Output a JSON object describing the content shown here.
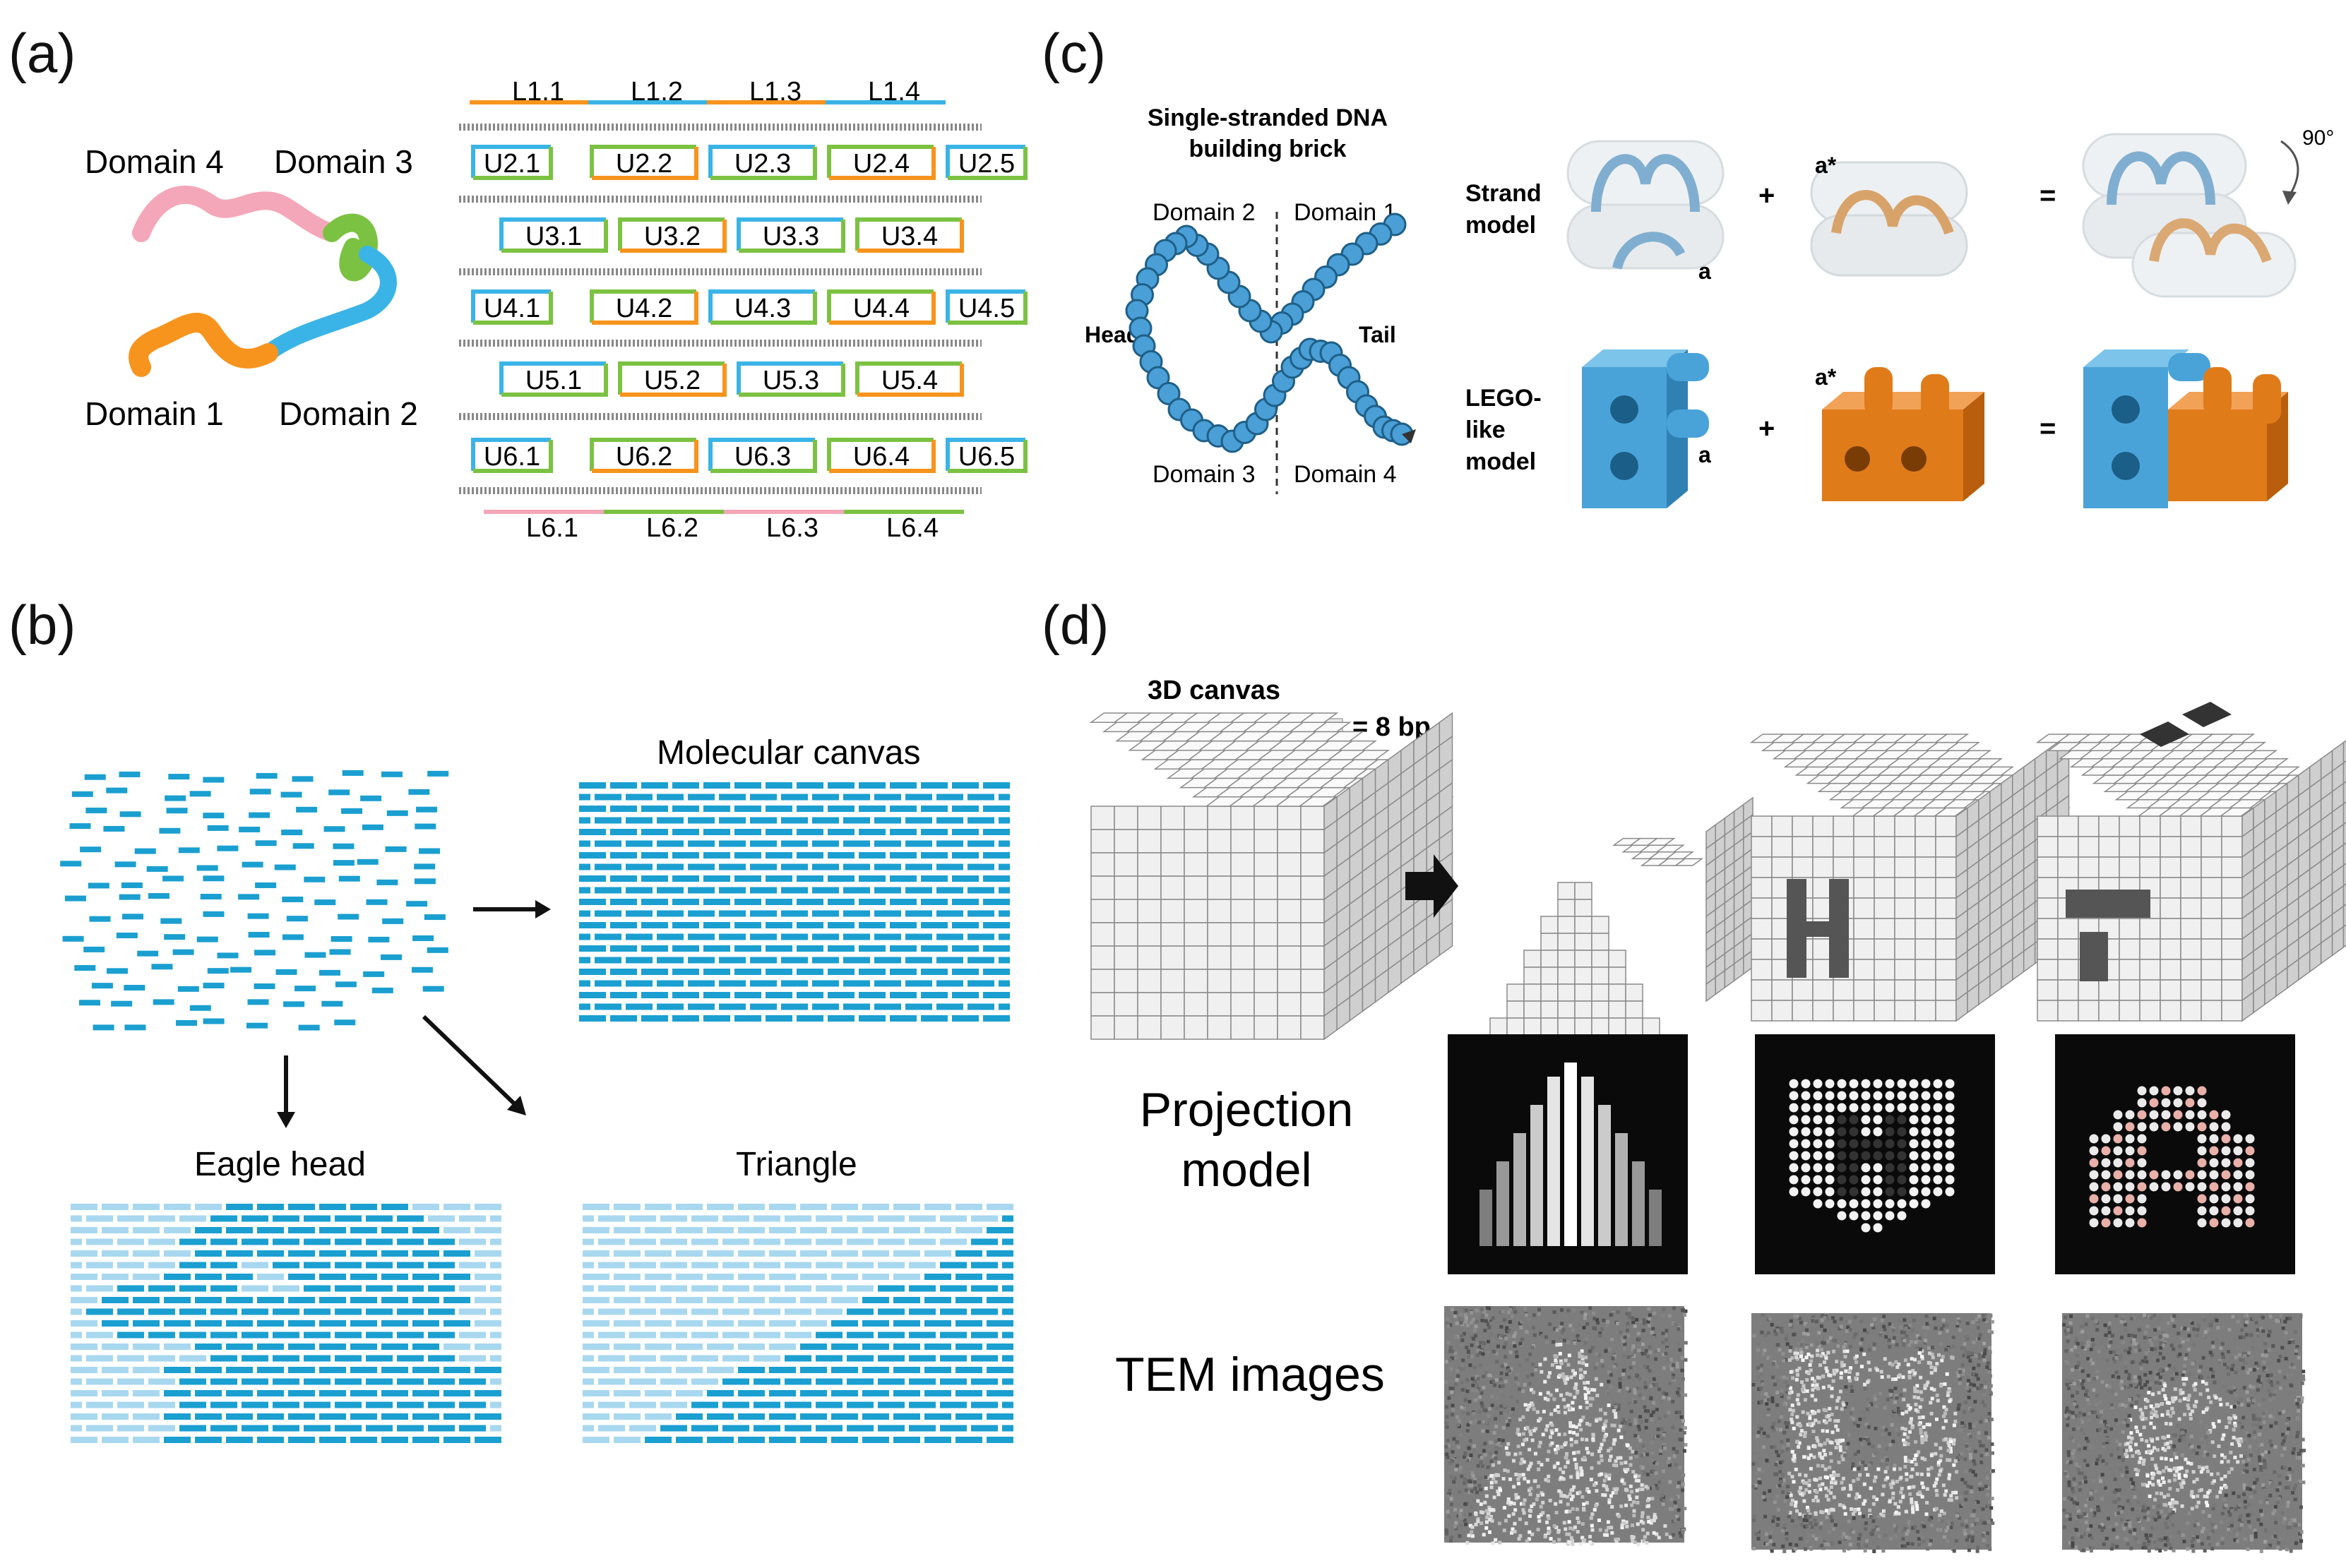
{
  "panels": {
    "a": {
      "letter": "(a)",
      "domains": [
        "Domain 4",
        "Domain 3",
        "Domain 1",
        "Domain 2"
      ],
      "top_row": [
        "L1.1",
        "L1.2",
        "L1.3",
        "L1.4"
      ],
      "rows": [
        [
          "U2.1",
          "U2.2",
          "U2.3",
          "U2.4",
          "U2.5"
        ],
        [
          "U3.1",
          "U3.2",
          "U3.3",
          "U3.4"
        ],
        [
          "U4.1",
          "U4.2",
          "U4.3",
          "U4.4",
          "U4.5"
        ],
        [
          "U5.1",
          "U5.2",
          "U5.3",
          "U5.4"
        ],
        [
          "U6.1",
          "U6.2",
          "U6.3",
          "U6.4",
          "U6.5"
        ]
      ],
      "bottom_row": [
        "L6.1",
        "L6.2",
        "L6.3",
        "L6.4"
      ],
      "colors": {
        "pink": "#f4a7b9",
        "green": "#7cc242",
        "blue": "#3ab4e6",
        "orange": "#f7941d"
      }
    },
    "b": {
      "letter": "(b)",
      "canvas_label": "Molecular canvas",
      "eagle_label": "Eagle head",
      "triangle_label": "Triangle",
      "colors": {
        "dark": "#1a9fd0",
        "light": "#a8d8ef"
      }
    },
    "c": {
      "letter": "(c)",
      "title": "Single-stranded DNA building brick",
      "domain2": "Domain 2",
      "domain1": "Domain 1",
      "domain3": "Domain 3",
      "domain4": "Domain 4",
      "head": "Head",
      "tail": "Tail",
      "strand_model": "Strand model",
      "lego_model": "LEGO-like model",
      "a": "a",
      "a_star": "a*",
      "angle": "90°",
      "plus": "+",
      "equals": "=",
      "colors": {
        "blue": "#4aa3d8",
        "orange": "#e07b1a"
      }
    },
    "d": {
      "letter": "(d)",
      "canvas3d": "3D canvas",
      "unit": "= 8 bp",
      "projection": [
        "Projection",
        "model"
      ],
      "tem": "TEM images"
    }
  }
}
